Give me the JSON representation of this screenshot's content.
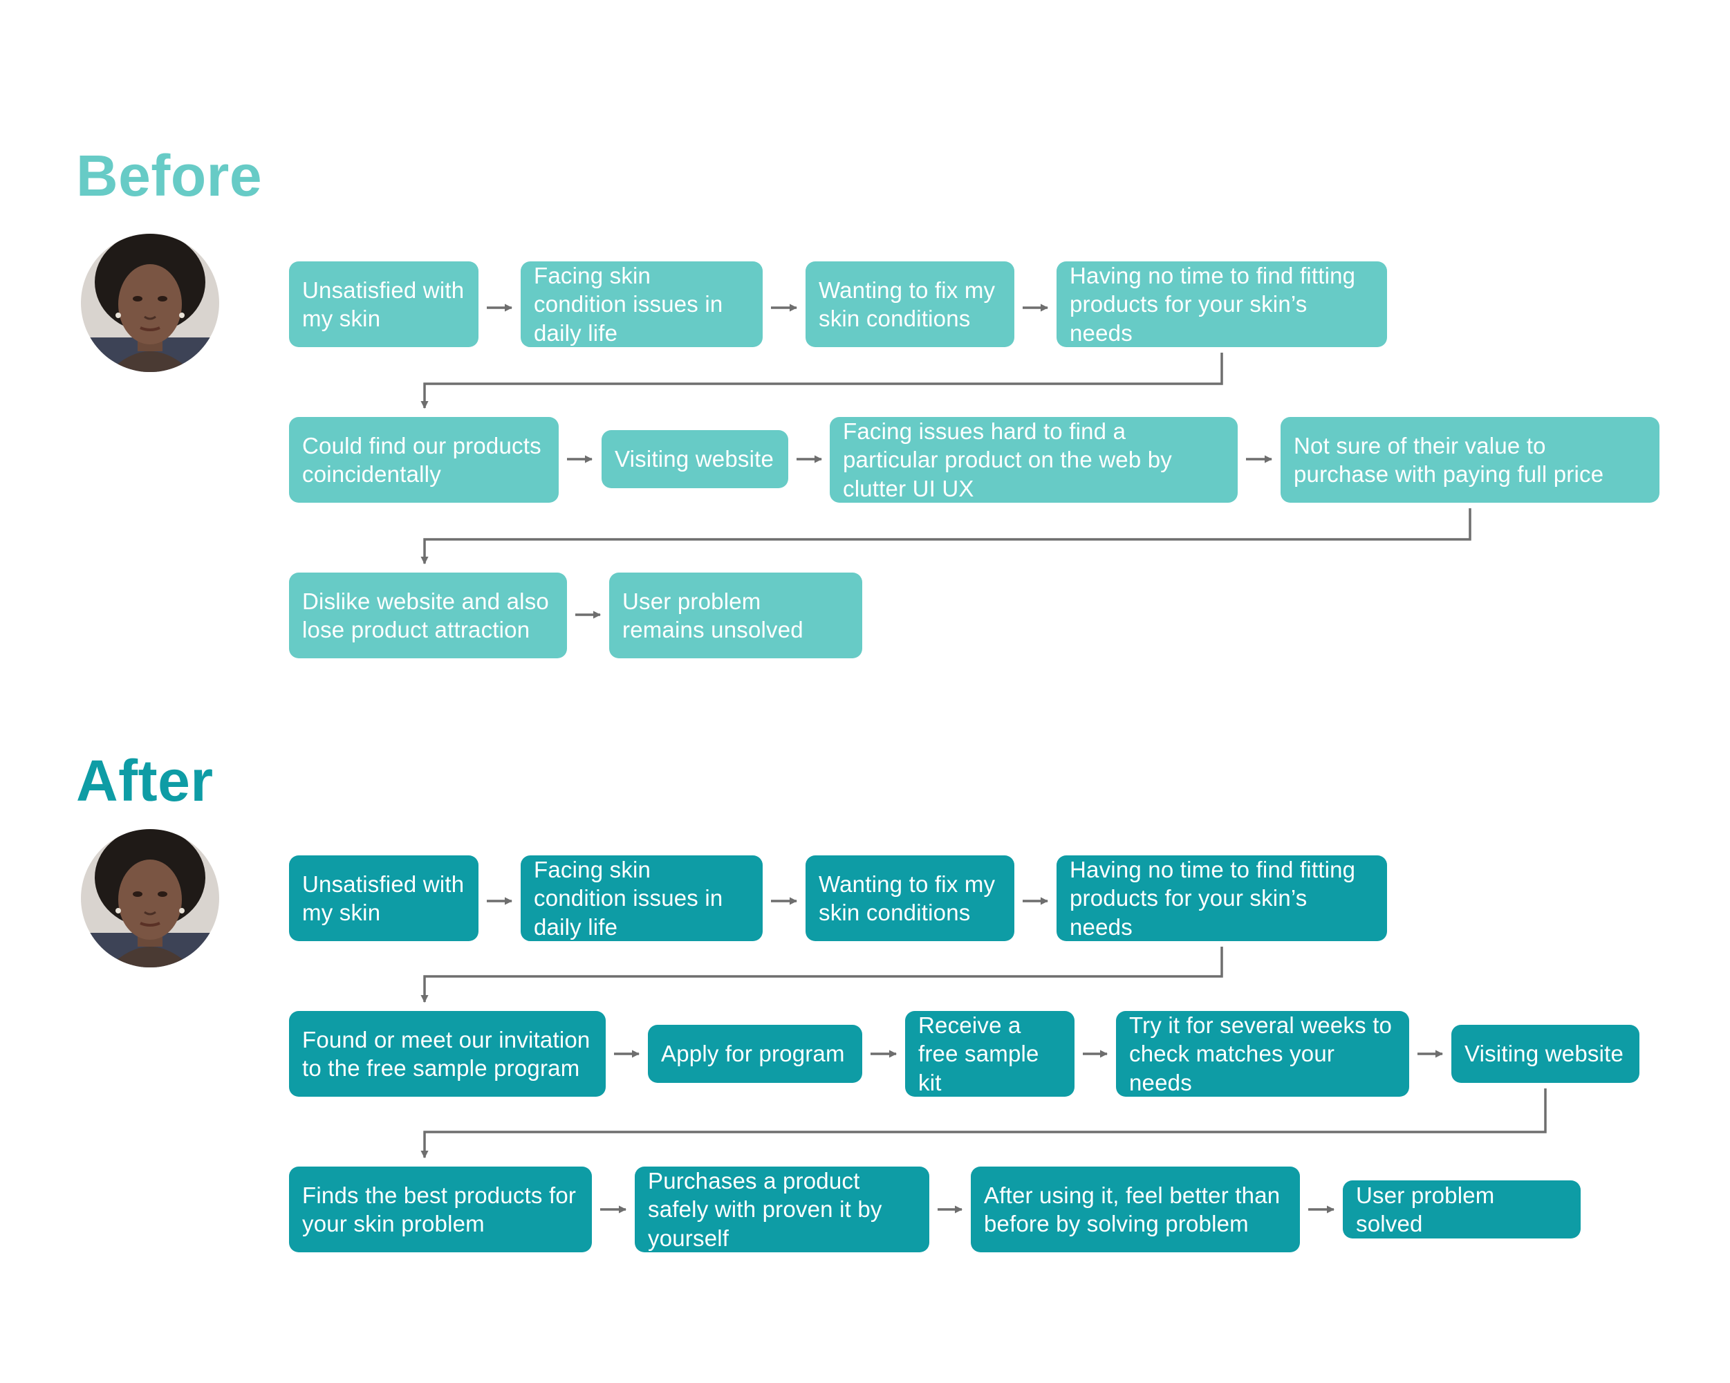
{
  "colors": {
    "before_accent": "#67cbc6",
    "after_accent": "#0e9ca5",
    "connector": "#6e6e6e",
    "text_on_box": "#ffffff"
  },
  "before": {
    "title": "Before",
    "steps": [
      "Unsatisfied with my skin",
      "Facing skin condition issues in daily life",
      "Wanting to fix my skin conditions",
      "Having no time to find fitting products for your skin’s needs",
      "Could find our products coincidentally",
      "Visiting website",
      "Facing issues hard to find a particular product on the web by clutter UI UX",
      "Not sure of their value to purchase with paying full price",
      "Dislike website and also lose product attraction",
      "User problem remains unsolved"
    ]
  },
  "after": {
    "title": "After",
    "steps": [
      "Unsatisfied with my skin",
      "Facing skin condition issues in daily life",
      "Wanting to fix my skin conditions",
      "Having no time to find fitting products for your skin’s needs",
      "Found or meet our invitation to the free sample program",
      "Apply for program",
      "Receive a free sample kit",
      "Try it for several weeks to check matches your needs",
      "Visiting website",
      "Finds the best products for your skin problem",
      "Purchases a product safely with proven it by yourself",
      "After using it, feel better than before by solving problem",
      "User problem solved"
    ]
  }
}
